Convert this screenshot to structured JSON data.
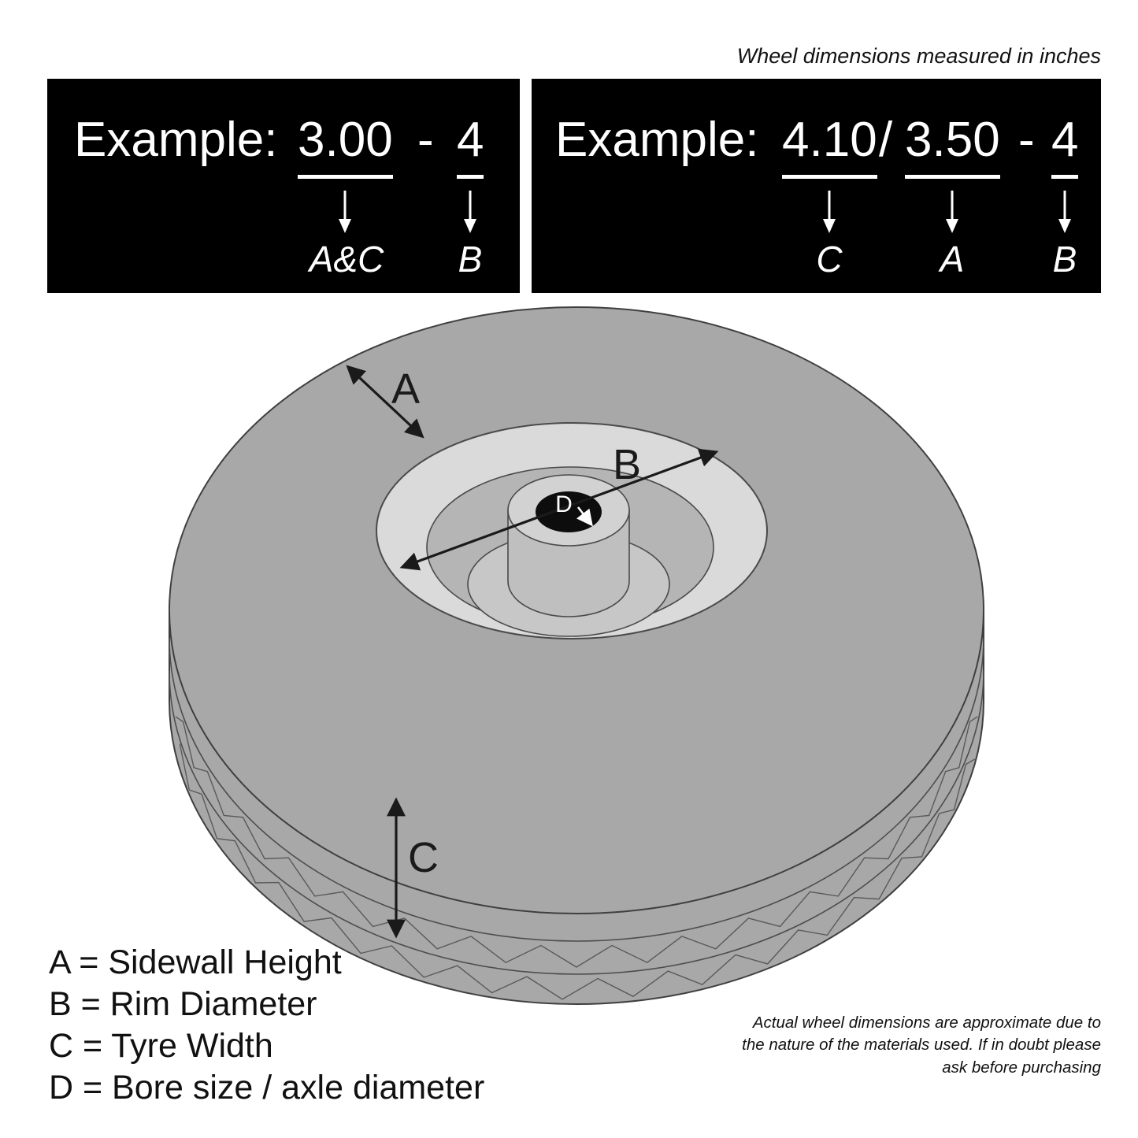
{
  "notes": {
    "top": "Wheel dimensions measured in inches",
    "footer": "Actual wheel dimensions are approximate due to the nature of the materials used. If in doubt please ask before purchasing"
  },
  "example1": {
    "label": "Example:",
    "tyre_size": "3.00",
    "separator": "-",
    "rim_size": "4",
    "tyre_sub": "A&C",
    "rim_sub": "B"
  },
  "example2": {
    "label": "Example:",
    "size_c": "4.10",
    "slash": "/",
    "size_a": "3.50",
    "separator": "-",
    "size_b": "4",
    "sub_c": "C",
    "sub_a": "A",
    "sub_b": "B"
  },
  "diagram": {
    "label_a": "A",
    "label_b": "B",
    "label_c": "C",
    "label_d": "D"
  },
  "legend": {
    "items": [
      "A = Sidewall Height",
      "B = Rim Diameter",
      "C = Tyre Width",
      "D = Bore size / axle diameter"
    ]
  }
}
